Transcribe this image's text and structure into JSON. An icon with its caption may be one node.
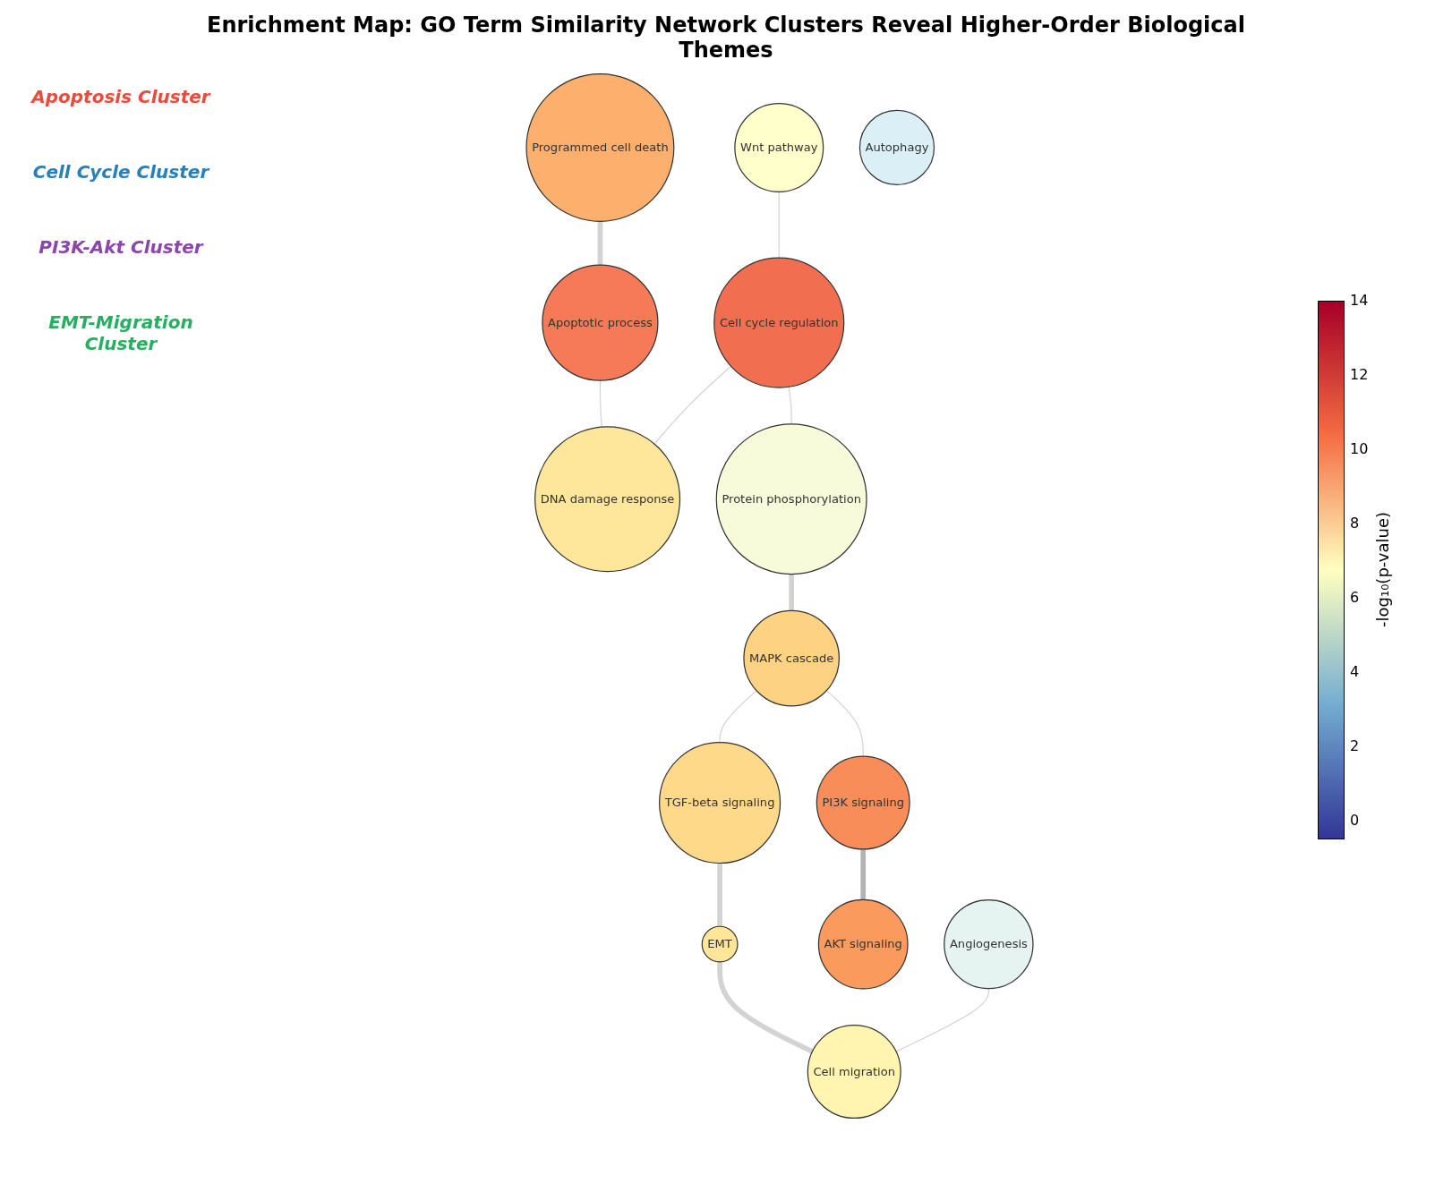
{
  "diagram": {
    "title": "Enrichment Map: GO Term Similarity Network Clusters Reveal Higher-Order Biological Themes",
    "nodes": [
      {
        "text": [
          "Programmed cell death"
        ]
      },
      {
        "text": [
          "Wnt pathway"
        ]
      },
      {
        "text": [
          "Apoptotic process"
        ]
      },
      {
        "text": [
          "Cell cycle regulation"
        ]
      },
      {
        "text": [
          "DNA damage response"
        ]
      },
      {
        "text": [
          "Protein phosphorylation"
        ]
      },
      {
        "text": [
          "Autophagy"
        ]
      },
      {
        "text": [
          "MAPK cascade"
        ]
      },
      {
        "text": [
          "TGF-beta signaling"
        ]
      },
      {
        "text": [
          "EMT"
        ]
      },
      {
        "text": [
          "PI3K signaling"
        ]
      },
      {
        "text": [
          "AKT signaling"
        ]
      },
      {
        "text": [
          "Angiogenesis"
        ]
      },
      {
        "text": [
          "Cell migration"
        ]
      }
    ],
    "edges": [
      {
        "from": 0,
        "to": 2,
        "arrow": "none",
        "style": "thick"
      },
      {
        "from": 1,
        "to": 3,
        "arrow": "none"
      },
      {
        "from": 2,
        "to": 4,
        "arrow": "none"
      },
      {
        "from": 3,
        "to": 4,
        "arrow": "none"
      },
      {
        "from": 3,
        "to": 5,
        "arrow": "none"
      },
      {
        "from": 5,
        "to": 7,
        "arrow": "none",
        "style": "thick"
      },
      {
        "from": 7,
        "to": 8,
        "arrow": "none"
      },
      {
        "from": 7,
        "to": 10,
        "arrow": "none"
      },
      {
        "from": 8,
        "to": 9,
        "arrow": "none",
        "style": "thick"
      },
      {
        "from": 9,
        "to": 13,
        "arrow": "none",
        "style": "thick"
      },
      {
        "from": 10,
        "to": 11,
        "arrow": "none",
        "style": "thick",
        "color": "#b3b3b3"
      },
      {
        "from": 12,
        "to": 13,
        "arrow": "none"
      }
    ],
    "labels": [
      "Apoptosis Cluster",
      "Cell Cycle Cluster",
      "PI3K-Akt Cluster",
      "EMT-Migration Cluster",
      "-log₁₀(p-value)",
      "0",
      "2",
      "4",
      "6",
      "8",
      "10",
      "12",
      "14"
    ]
  }
}
